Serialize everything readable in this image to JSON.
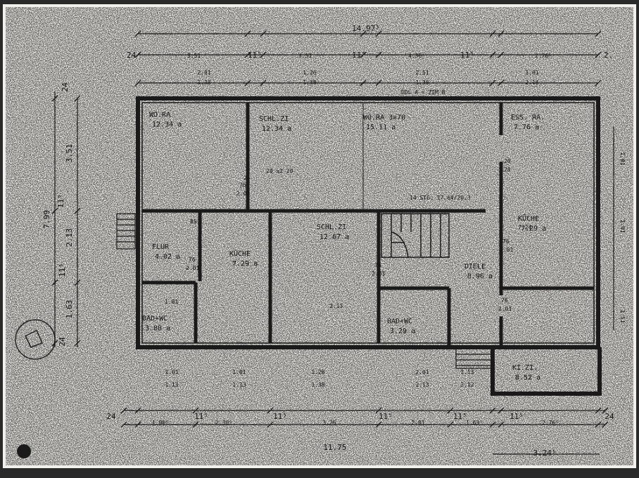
{
  "plan": {
    "overall_top": "14.97⁵",
    "overall_bottom": "11.75",
    "right_extra": "3.24⁵",
    "top_dims": [
      {
        "label": "24"
      },
      {
        "label": "3.51"
      },
      {
        "label": "11⁵"
      },
      {
        "label": "3.51"
      },
      {
        "label": "11⁵"
      },
      {
        "label": "4.36⁵"
      },
      {
        "label": "11⁵"
      },
      {
        "label": "2.76⁵"
      },
      {
        "label": "2."
      }
    ],
    "top_openings": [
      {
        "w": "2.01",
        "h": "1.38"
      },
      {
        "w": "1.26",
        "h": "1.38"
      },
      {
        "w": "2.51",
        "h": "1.38"
      },
      {
        "w": "1.01",
        "h": "2.16"
      }
    ],
    "ridge_note": "DDL A = ZIM B",
    "bottom_dims": [
      {
        "label": "24"
      },
      {
        "label": "1.90⁵"
      },
      {
        "label": "11⁵"
      },
      {
        "label": "2.30⁵"
      },
      {
        "label": "11⁵"
      },
      {
        "label": "3.26"
      },
      {
        "label": "11⁵"
      },
      {
        "label": "2.01"
      },
      {
        "label": "11⁵"
      },
      {
        "label": "1.63⁵"
      },
      {
        "label": "11⁵"
      },
      {
        "label": "2.76⁵"
      },
      {
        "label": "24"
      }
    ],
    "bottom_openings": [
      {
        "w": "1.01",
        "h": "1.13"
      },
      {
        "w": "1.01",
        "h": "1.13"
      },
      {
        "w": "1.26",
        "h": "1.38"
      },
      {
        "w": "2.01",
        "h": "1.13"
      },
      {
        "w": "1.13",
        "h": "2.12"
      }
    ],
    "left_dims": [
      {
        "label": "24"
      },
      {
        "label": "3.51"
      },
      {
        "label": "7.99"
      },
      {
        "label": "11⁵"
      },
      {
        "label": "2.13"
      },
      {
        "label": "11⁵"
      },
      {
        "label": "1.63"
      },
      {
        "label": "24"
      }
    ],
    "right_dims": [
      {
        "label": "1.01"
      },
      {
        "label": "1.01"
      },
      {
        "label": "1.51"
      }
    ],
    "rooms": [
      {
        "name": "WO.RA",
        "area": "12.34 a"
      },
      {
        "name": "SCHL.ZI",
        "area": "12.34 a"
      },
      {
        "name": "WO.RA 3=70",
        "area": "15.11 a"
      },
      {
        "name": "ESS. RA.",
        "area": "7.76 a"
      },
      {
        "name": "FLUR",
        "area": "4.02 a"
      },
      {
        "name": "KÜCHE",
        "area": "7.29 a"
      },
      {
        "name": "SCHL.ZI",
        "area": "12.67 a"
      },
      {
        "name": "KÜCHE",
        "area": "7.29 a"
      },
      {
        "name": "DIELE",
        "area": "8.96 a"
      },
      {
        "name": "BAD+WC",
        "area": "3.88 a"
      },
      {
        "name": "BAD+WC",
        "area": "3.29 a"
      },
      {
        "name": "KI.ZI.",
        "area": "8.52 a"
      }
    ],
    "stair_note": "14 STG. 17.64/20.3",
    "door_labels": [
      {
        "w": "76",
        "h": "2.01"
      },
      {
        "w": "76",
        "h": "2.01"
      },
      {
        "w": "76",
        "h": "2.01"
      },
      {
        "w": "76",
        "h": "2.01"
      },
      {
        "w": "76",
        "h": "2.01"
      }
    ],
    "chimney": "20 x2 20",
    "misc_marks": [
      "85",
      "24",
      "20",
      "20",
      "7.24",
      "1.01",
      "2.13"
    ]
  }
}
